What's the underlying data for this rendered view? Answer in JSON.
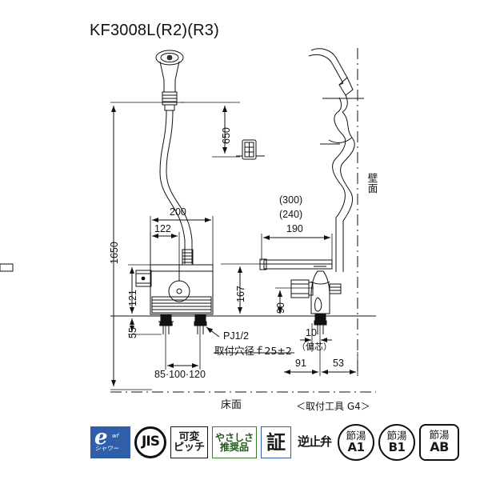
{
  "drawing": {
    "title": "KF3008L(R2)(R3)",
    "type": "technical-dimension-drawing",
    "product": "thermostatic bath shower faucet",
    "views": [
      "front elevation",
      "side elevation"
    ],
    "dimensions": {
      "overall_height": "1650",
      "shower_hanger_height": "650",
      "body_width_outer": "200",
      "body_width_inner": "122",
      "body_height_upper": "121",
      "body_height_lower": "55",
      "spout_projection_alt1": "(300)",
      "spout_projection_alt2": "(240)",
      "spout_projection": "190",
      "spout_height": "167",
      "handle_height": "90",
      "eccentric_offset": "10",
      "wall_to_center": "91",
      "center_to_wall_face": "53",
      "leg_spacing": "85·100·120"
    },
    "notes": {
      "thread": "PJ1/2",
      "hole": "取付穴径ｆ25±2",
      "eccentric": "（偏芯）",
      "floor": "床面",
      "wall": "壁面",
      "tool": "＜取付工具 G4＞"
    }
  },
  "badges": [
    {
      "id": "eshower",
      "style": "blue-square",
      "e": "e",
      "wf": "wf",
      "sub": "シャワー"
    },
    {
      "id": "jis",
      "style": "circle-black",
      "label": "JIS"
    },
    {
      "id": "kahen-pitch",
      "style": "box-black",
      "l1": "可変",
      "l2": "ピッチ"
    },
    {
      "id": "yasashisa",
      "style": "box-green",
      "l1": "やさしさ",
      "l2": "推奨品"
    },
    {
      "id": "akashi",
      "style": "box-blue",
      "l1": "証"
    },
    {
      "id": "gyakushiben",
      "style": "box-plain",
      "l1": "逆止弁"
    },
    {
      "id": "setsuyu-a1",
      "style": "circle-outline",
      "l1": "節湯",
      "l2": "A1"
    },
    {
      "id": "setsuyu-b1",
      "style": "circle-outline",
      "l1": "節湯",
      "l2": "B1"
    },
    {
      "id": "setsuyu-ab",
      "style": "rounded-outline",
      "l1": "節湯",
      "l2": "AB"
    }
  ],
  "colors": {
    "line": "#111111",
    "badge_blue": "#2f5fa8",
    "badge_green": "#3a7d2c",
    "background": "#ffffff"
  }
}
